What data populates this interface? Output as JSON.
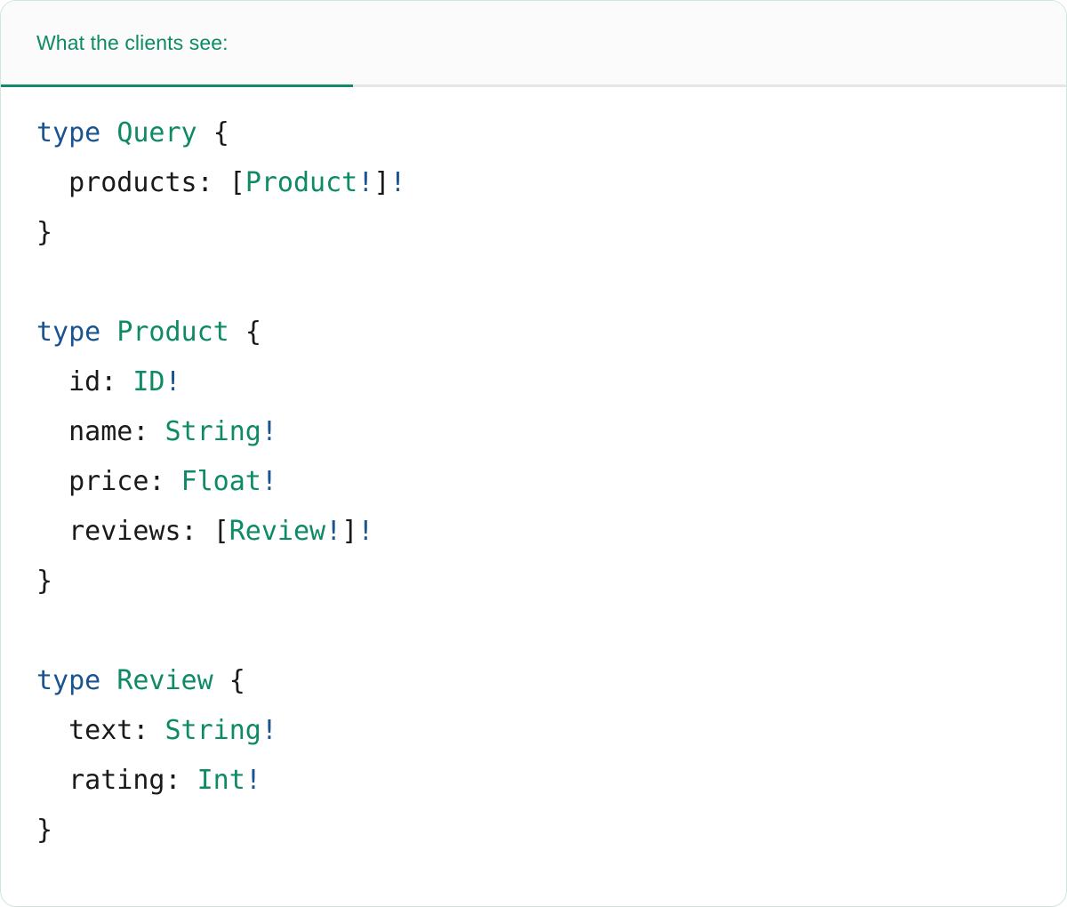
{
  "card": {
    "border_color": "#cfe6dc",
    "background": "#ffffff"
  },
  "tabbar": {
    "active_tab": {
      "label": "What the clients see:",
      "color": "#0d8a66",
      "underline_color": "#12896a"
    },
    "background": "#fbfbfb",
    "divider_color": "#e6e6e6"
  },
  "editor": {
    "language": "graphql",
    "syntax_colors": {
      "keyword": "#1a5490",
      "type_name": "#0d8a66",
      "non_null_bang": "#1a5490",
      "punctuation": "#1a1a1a",
      "field_name": "#1a1a1a"
    },
    "lines": [
      {
        "id": "l1",
        "tokens": [
          {
            "t": "type",
            "c": "kw"
          },
          {
            "t": " ",
            "c": "plain"
          },
          {
            "t": "Query",
            "c": "type"
          },
          {
            "t": " ",
            "c": "plain"
          },
          {
            "t": "{",
            "c": "punct"
          }
        ]
      },
      {
        "id": "l2",
        "tokens": [
          {
            "t": "  products: ",
            "c": "field"
          },
          {
            "t": "[",
            "c": "punct"
          },
          {
            "t": "Product",
            "c": "type"
          },
          {
            "t": "!",
            "c": "bang"
          },
          {
            "t": "]",
            "c": "punct"
          },
          {
            "t": "!",
            "c": "bang"
          }
        ]
      },
      {
        "id": "l3",
        "tokens": [
          {
            "t": "}",
            "c": "punct"
          }
        ]
      },
      {
        "id": "l4",
        "tokens": []
      },
      {
        "id": "l5",
        "tokens": [
          {
            "t": "type",
            "c": "kw"
          },
          {
            "t": " ",
            "c": "plain"
          },
          {
            "t": "Product",
            "c": "type"
          },
          {
            "t": " ",
            "c": "plain"
          },
          {
            "t": "{",
            "c": "punct"
          }
        ]
      },
      {
        "id": "l6",
        "tokens": [
          {
            "t": "  id: ",
            "c": "field"
          },
          {
            "t": "ID",
            "c": "type"
          },
          {
            "t": "!",
            "c": "bang"
          }
        ]
      },
      {
        "id": "l7",
        "tokens": [
          {
            "t": "  name: ",
            "c": "field"
          },
          {
            "t": "String",
            "c": "type"
          },
          {
            "t": "!",
            "c": "bang"
          }
        ]
      },
      {
        "id": "l8",
        "tokens": [
          {
            "t": "  price: ",
            "c": "field"
          },
          {
            "t": "Float",
            "c": "type"
          },
          {
            "t": "!",
            "c": "bang"
          }
        ]
      },
      {
        "id": "l9",
        "tokens": [
          {
            "t": "  reviews: ",
            "c": "field"
          },
          {
            "t": "[",
            "c": "punct"
          },
          {
            "t": "Review",
            "c": "type"
          },
          {
            "t": "!",
            "c": "bang"
          },
          {
            "t": "]",
            "c": "punct"
          },
          {
            "t": "!",
            "c": "bang"
          }
        ]
      },
      {
        "id": "l10",
        "tokens": [
          {
            "t": "}",
            "c": "punct"
          }
        ]
      },
      {
        "id": "l11",
        "tokens": []
      },
      {
        "id": "l12",
        "tokens": [
          {
            "t": "type",
            "c": "kw"
          },
          {
            "t": " ",
            "c": "plain"
          },
          {
            "t": "Review",
            "c": "type"
          },
          {
            "t": " ",
            "c": "plain"
          },
          {
            "t": "{",
            "c": "punct"
          }
        ]
      },
      {
        "id": "l13",
        "tokens": [
          {
            "t": "  text: ",
            "c": "field"
          },
          {
            "t": "String",
            "c": "type"
          },
          {
            "t": "!",
            "c": "bang"
          }
        ]
      },
      {
        "id": "l14",
        "tokens": [
          {
            "t": "  rating: ",
            "c": "field"
          },
          {
            "t": "Int",
            "c": "type"
          },
          {
            "t": "!",
            "c": "bang"
          }
        ]
      },
      {
        "id": "l15",
        "tokens": [
          {
            "t": "}",
            "c": "punct"
          }
        ]
      }
    ]
  }
}
